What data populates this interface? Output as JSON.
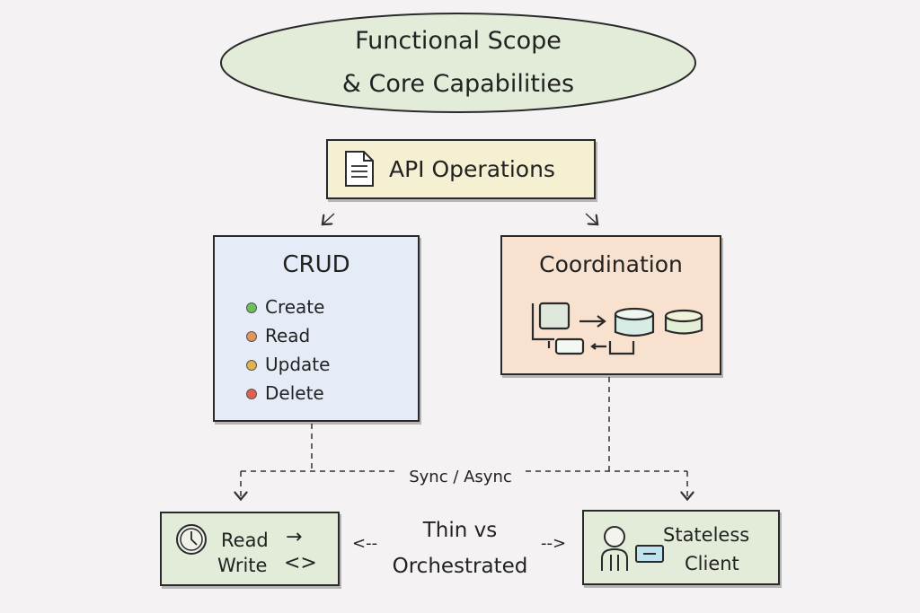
{
  "title": {
    "line1": "Functional Scope",
    "line2": "& Core Capabilities"
  },
  "api": {
    "label": "API Operations",
    "icon": "document-icon"
  },
  "crud": {
    "title": "CRUD",
    "items": [
      {
        "label": "Create",
        "color": "#6cbf5a"
      },
      {
        "label": "Read",
        "color": "#e3955a"
      },
      {
        "label": "Update",
        "color": "#e2b24e"
      },
      {
        "label": "Delete",
        "color": "#e0604b"
      }
    ]
  },
  "coordination": {
    "title": "Coordination",
    "icon": "workflow-database-icon"
  },
  "connector": {
    "label": "Sync / Async"
  },
  "read_write": {
    "read": "Read",
    "write": "Write",
    "icon": "clock-icon"
  },
  "middle": {
    "line1": "Thin vs",
    "line2": "Orchestrated",
    "left_arrow": "<--",
    "right_arrow": "-->"
  },
  "client": {
    "line1": "Stateless",
    "line2": "Client",
    "icon": "user-screen-icon"
  },
  "colors": {
    "title_fill": "#e3ecd9",
    "api_fill": "#f6f0d2",
    "crud_fill": "#e6ecf7",
    "coord_fill": "#f8e2cf",
    "bottom_fill": "#e2ecd8"
  }
}
